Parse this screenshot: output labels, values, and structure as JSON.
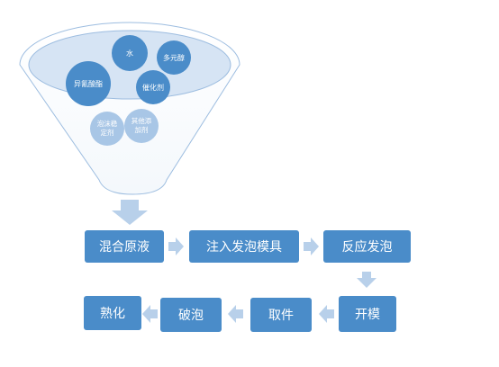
{
  "funnel": {
    "ingredients": [
      {
        "id": "water",
        "lines": [
          "水"
        ]
      },
      {
        "id": "polyol",
        "lines": [
          "多元醇"
        ]
      },
      {
        "id": "isocyanate",
        "lines": [
          "异氰酸酯"
        ]
      },
      {
        "id": "catalyst",
        "lines": [
          "催化剂"
        ]
      },
      {
        "id": "foam-stabilizer",
        "lines": [
          "泡沫稳",
          "定剂"
        ]
      },
      {
        "id": "other-additives",
        "lines": [
          "其他添",
          "加剂"
        ]
      }
    ]
  },
  "process": {
    "row1": [
      "混合原液",
      "注入发泡模具",
      "反应发泡"
    ],
    "row2": [
      "开模",
      "取件",
      "破泡",
      "熟化"
    ]
  },
  "colors": {
    "primary_box": "#4a8cc9",
    "secondary_box": "#7fa8d2",
    "arrow": "#b8d0ea",
    "funnel_rim": "#d6e4f4",
    "circle_dark": "#4a8cc9",
    "circle_light": "#a8c6e6"
  }
}
